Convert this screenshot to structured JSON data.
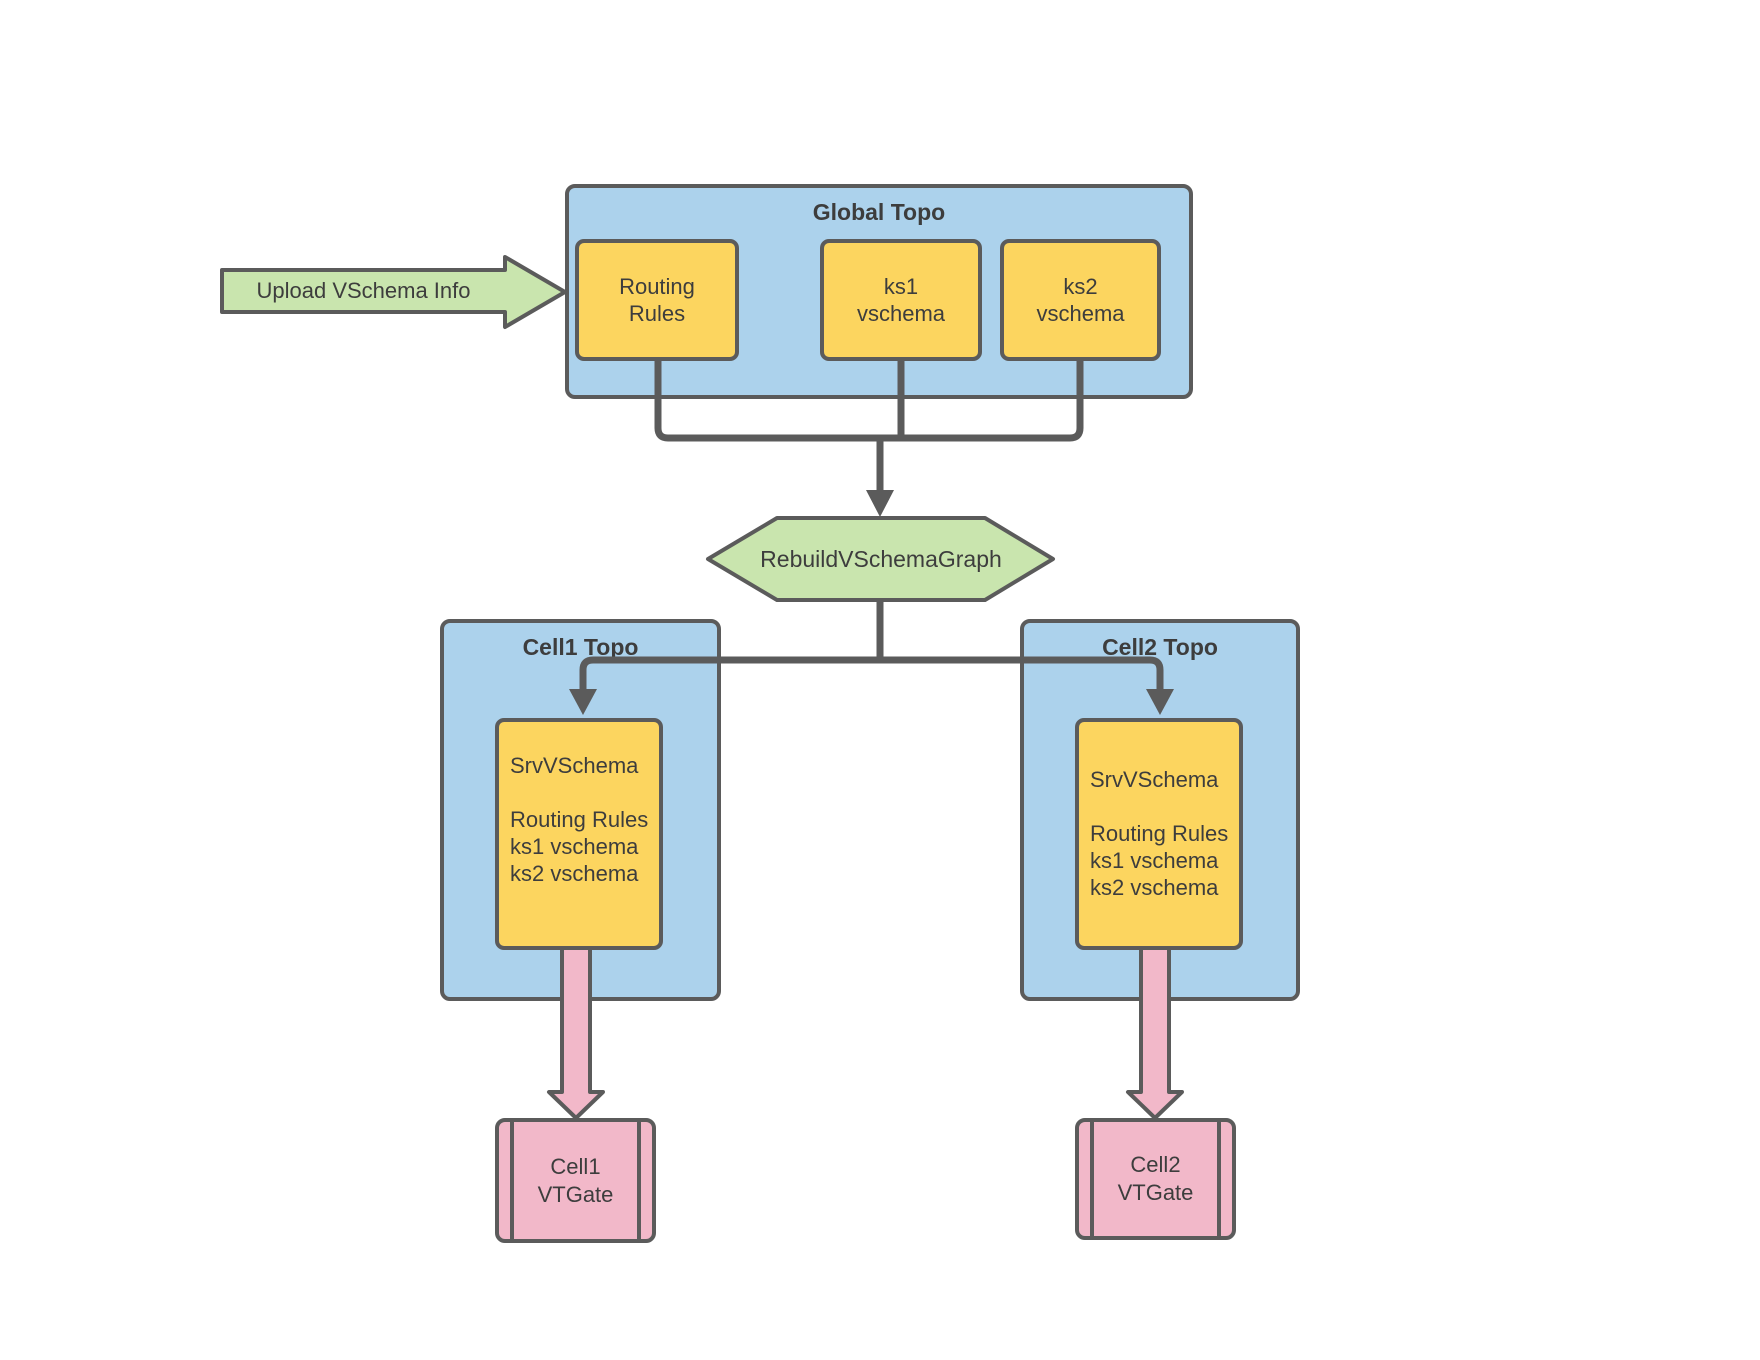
{
  "colors": {
    "container_fill": "#ACD2EC",
    "node_fill": "#FCD55F",
    "green_fill": "#C9E5AE",
    "pink_fill": "#F2B8C9",
    "line": "#5B5B5B",
    "text": "#3D3D3D",
    "canvas_bg": "#FFFFFF"
  },
  "upload_arrow": {
    "label": "Upload VSchema Info"
  },
  "global_topo": {
    "title": "Global Topo",
    "nodes": {
      "routing_rules": "Routing\nRules",
      "ks1_vschema": "ks1\nvschema",
      "ks2_vschema": "ks2\nvschema"
    }
  },
  "rebuild": {
    "label": "RebuildVSchemaGraph"
  },
  "cell1": {
    "title": "Cell1 Topo",
    "srv_vschema": "SrvVSchema\n\nRouting Rules\nks1 vschema\nks2 vschema",
    "vtgate": "Cell1\nVTGate"
  },
  "cell2": {
    "title": "Cell2 Topo",
    "srv_vschema": "SrvVSchema\n\nRouting Rules\nks1 vschema\nks2 vschema",
    "vtgate": "Cell2\nVTGate"
  }
}
